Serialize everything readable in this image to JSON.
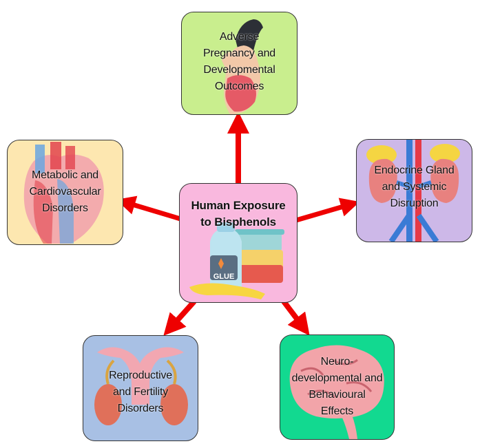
{
  "center": {
    "lines": [
      "Human Exposure",
      "to Bisphenols"
    ],
    "glue_label": "GLUE",
    "color": "#f9b8de"
  },
  "nodes": [
    {
      "id": "pregnancy",
      "lines": [
        "Adverse",
        "Pregnancy and",
        "Developmental",
        "Outcomes"
      ],
      "color": "#c9ee8e"
    },
    {
      "id": "endocrine",
      "lines": [
        "Endocrine Gland",
        "and Systemic",
        "Disruption"
      ],
      "color": "#cdb8e8"
    },
    {
      "id": "neuro",
      "lines": [
        "Neuro-",
        "developmental and",
        "Behavioural",
        "Effects"
      ],
      "color": "#12d990"
    },
    {
      "id": "reproductive",
      "lines": [
        "Reproductive",
        "and Fertility",
        "Disorders"
      ],
      "color": "#a8c0e4"
    },
    {
      "id": "metabolic",
      "lines": [
        "Metabolic and",
        "Cardiovascular",
        "Disorders"
      ],
      "color": "#fde7b0"
    }
  ],
  "arrow_color": "#ee0000"
}
